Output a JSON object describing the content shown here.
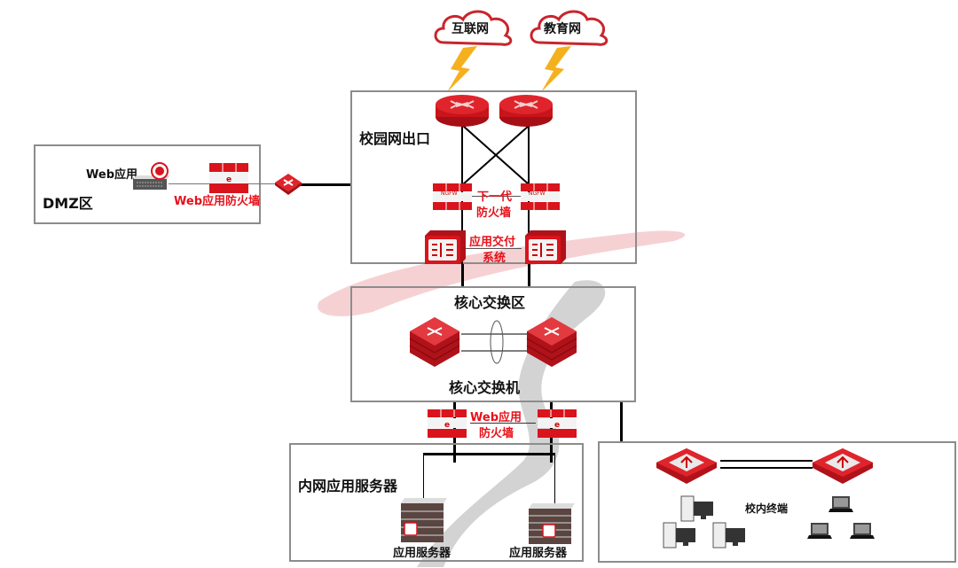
{
  "colors": {
    "device_red": "#d9141c",
    "label_red": "#e8101a",
    "zone_border": "#8c8c8c",
    "bolt": "#f5b01e"
  },
  "clouds": [
    {
      "label": "互联网"
    },
    {
      "label": "教育网"
    }
  ],
  "zones": {
    "dmz": {
      "title": "DMZ区",
      "web_app_label": "Web应用",
      "waf_label": "Web应用防火墙"
    },
    "campus_exit": {
      "title": "校园网出口",
      "ngfw_label_line1": "下一代",
      "ngfw_label_line2": "防火墙",
      "ngfw_badge": "NGFW",
      "adc_label_line1": "应用交付",
      "adc_label_line2": "系统"
    },
    "core": {
      "title": "核心交换区",
      "device_label": "核心交换机"
    },
    "waf_mid": {
      "label_line1": "Web应用",
      "label_line2": "防火墙"
    },
    "intranet": {
      "title": "内网应用服务器",
      "servers": [
        {
          "label": "应用服务器"
        },
        {
          "label": "应用服务器"
        }
      ]
    },
    "terminals": {
      "title": "校内终端"
    }
  }
}
